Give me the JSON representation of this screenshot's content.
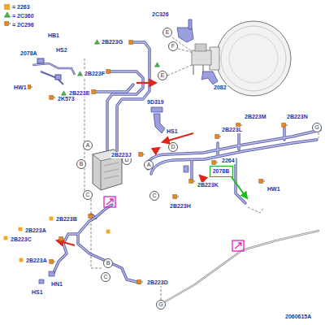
{
  "diagram": {
    "nodes": [
      {
        "text": [
          "E"
        ]
      },
      {
        "text": [
          "F"
        ]
      },
      {
        "text": [
          "E"
        ]
      },
      {
        "text": [
          "G"
        ]
      },
      {
        "text": [
          "A"
        ]
      },
      {
        "text": [
          "D"
        ]
      },
      {
        "text": [
          "D"
        ]
      },
      {
        "text": [
          "B"
        ]
      },
      {
        "text": [
          "A"
        ]
      },
      {
        "text": [
          "C"
        ]
      },
      {
        "text": [
          "C"
        ]
      },
      {
        "text": [
          "2078B"
        ]
      },
      {
        "text": [
          "B"
        ]
      },
      {
        "text": [
          "C"
        ]
      },
      {
        "text": [
          "G"
        ]
      }
    ],
    "labels": [
      "HB1",
      "HS2",
      "2078A",
      "HW1",
      "2K573",
      "2C326",
      "2082",
      "2B223G",
      "2B223F",
      "2B223E",
      "9D319",
      "HS1",
      "2B223M",
      "2B223L",
      "2B223N",
      "2B223J",
      "2B223K",
      "2264",
      "2B223H",
      "HW1",
      "2B223B",
      "2B223A",
      "2B223C",
      "2B223A",
      "HN1",
      "HS1",
      "2B223D",
      "2060615A"
    ],
    "legend": [
      {
        "text": "= 2263",
        "color": "#f5a623"
      },
      {
        "text": "= 2C360"
      },
      {
        "text": "= 2C296"
      }
    ]
  }
}
